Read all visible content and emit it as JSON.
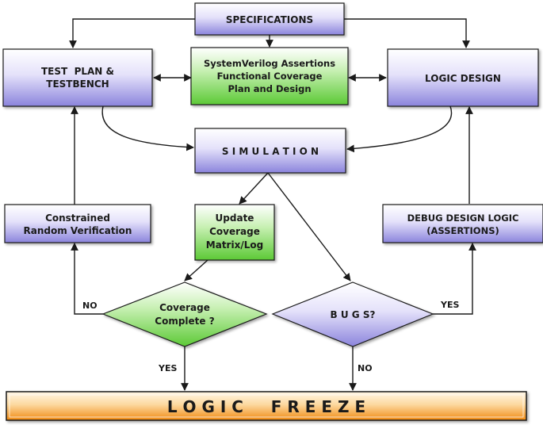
{
  "colors": {
    "purple_box_top": "#ffffff",
    "purple_box_bottom": "#8b84dc",
    "green_box_top": "#ffffff",
    "green_box_bottom": "#5cc936",
    "freeze_top": "#fff6e6",
    "freeze_bottom": "#f08a12",
    "stroke": "#1a1a1a"
  },
  "nodes": {
    "specifications": "SPECIFICATIONS",
    "test_plan": [
      "TEST  PLAN &",
      "TESTBENCH"
    ],
    "sva": [
      "SystemVerilog Assertions",
      "Functional Coverage",
      "Plan and Design"
    ],
    "logic_design": "LOGIC DESIGN",
    "simulation": "S I M U L A T I O N",
    "constrained": [
      "Constrained",
      "Random Verification"
    ],
    "update_coverage": [
      "Update",
      "Coverage",
      "Matrix/Log"
    ],
    "debug": [
      "DEBUG DESIGN LOGIC",
      "(ASSERTIONS)"
    ],
    "coverage_complete": [
      "Coverage",
      "Complete ?"
    ],
    "bugs": "B U G S?",
    "logic_freeze": "L O G I C     F R E E Z E"
  },
  "edge_labels": {
    "no_left": "NO",
    "yes_left": "YES",
    "no_bottom": "NO",
    "yes_right": "YES"
  }
}
